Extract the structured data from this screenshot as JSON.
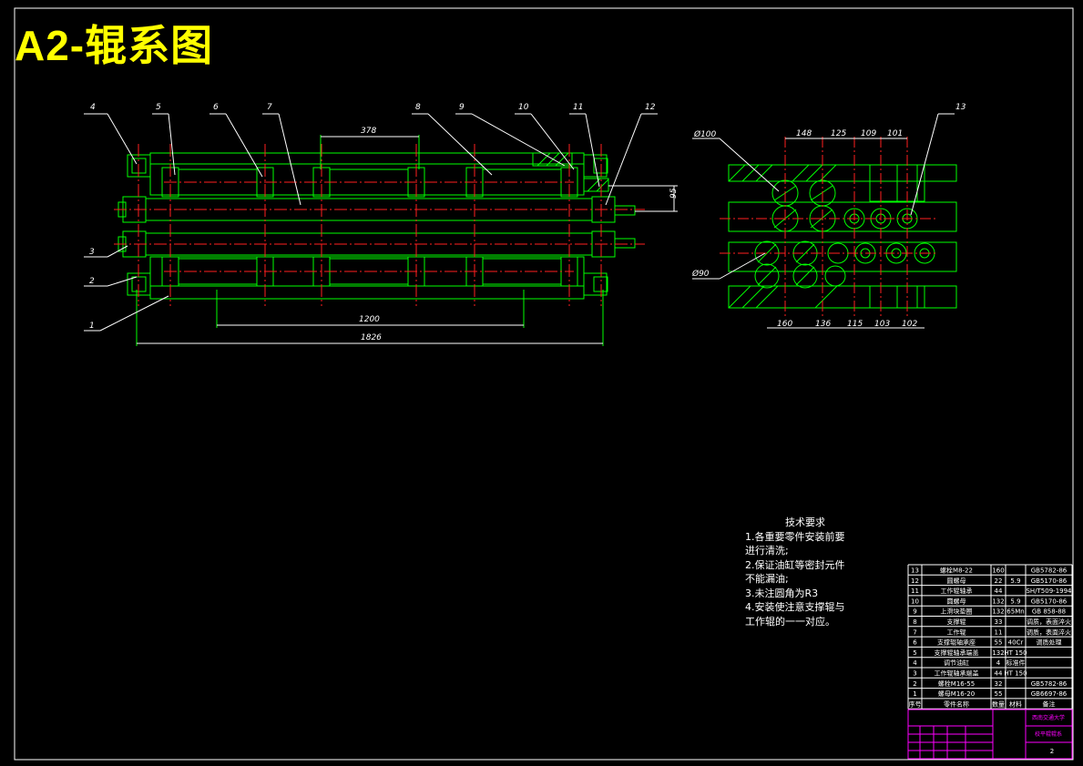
{
  "title": "A2-辊系图",
  "front_view": {
    "callouts": [
      "4",
      "5",
      "6",
      "7",
      "8",
      "9",
      "10",
      "11",
      "12",
      "3",
      "2",
      "1"
    ],
    "dims": {
      "top": "378",
      "side": "95",
      "inner": "1200",
      "overall": "1826"
    }
  },
  "side_view": {
    "callout": "13",
    "dia_top": "Ø100",
    "dia_bottom": "Ø90",
    "top_dims": [
      "148",
      "125",
      "109",
      "101"
    ],
    "bottom_dims": [
      "160",
      "136",
      "115",
      "103",
      "102"
    ]
  },
  "tech_req": {
    "heading": "技术要求",
    "lines": [
      "1.各重要零件安装前要",
      "进行清洗;",
      "2.保证油缸等密封元件",
      "不能漏油;",
      "3.未注圆角为R3",
      "4.安装使注意支撑辊与",
      "工作辊的一一对应。"
    ]
  },
  "parts_table": {
    "rows": [
      {
        "no": "13",
        "name": "螺栓M8-22",
        "qty": "160",
        "mat": "",
        "std": "GB5782-86"
      },
      {
        "no": "12",
        "name": "圆螺母",
        "qty": "22",
        "mat": "5.9",
        "std": "GB5170-86"
      },
      {
        "no": "11",
        "name": "工作辊轴承",
        "qty": "44",
        "mat": "",
        "std": "SH/T509-1994"
      },
      {
        "no": "10",
        "name": "圆螺母",
        "qty": "132",
        "mat": "5.9",
        "std": "GB5170-86"
      },
      {
        "no": "9",
        "name": "上滑块垫圈",
        "qty": "132",
        "mat": "65Mn",
        "std": "GB 858-88"
      },
      {
        "no": "8",
        "name": "支撑辊",
        "qty": "33",
        "mat": "",
        "std": "调质，表面淬火"
      },
      {
        "no": "7",
        "name": "工作辊",
        "qty": "11",
        "mat": "",
        "std": "调质，表面淬火"
      },
      {
        "no": "6",
        "name": "支撑辊轴承座",
        "qty": "55",
        "mat": "40Cr",
        "std": "调质处理"
      },
      {
        "no": "5",
        "name": "支撑辊轴承端盖",
        "qty": "132",
        "mat": "HT 150",
        "std": ""
      },
      {
        "no": "4",
        "name": "调节油缸",
        "qty": "4",
        "mat": "标准件",
        "std": ""
      },
      {
        "no": "3",
        "name": "工作辊轴承端盖",
        "qty": "44",
        "mat": "HT 150",
        "std": ""
      },
      {
        "no": "2",
        "name": "螺栓M16-55",
        "qty": "32",
        "mat": "",
        "std": "GB5782-86"
      },
      {
        "no": "1",
        "name": "螺母M16-20",
        "qty": "55",
        "mat": "",
        "std": "GB6697-86"
      }
    ],
    "header": {
      "no": "序号",
      "name": "零件名称",
      "qty": "数量",
      "mat": "材料",
      "std": "备注"
    },
    "title_block": {
      "school": "西南交通大学",
      "drawing": "校平辊辊系",
      "sheet": "2"
    }
  }
}
